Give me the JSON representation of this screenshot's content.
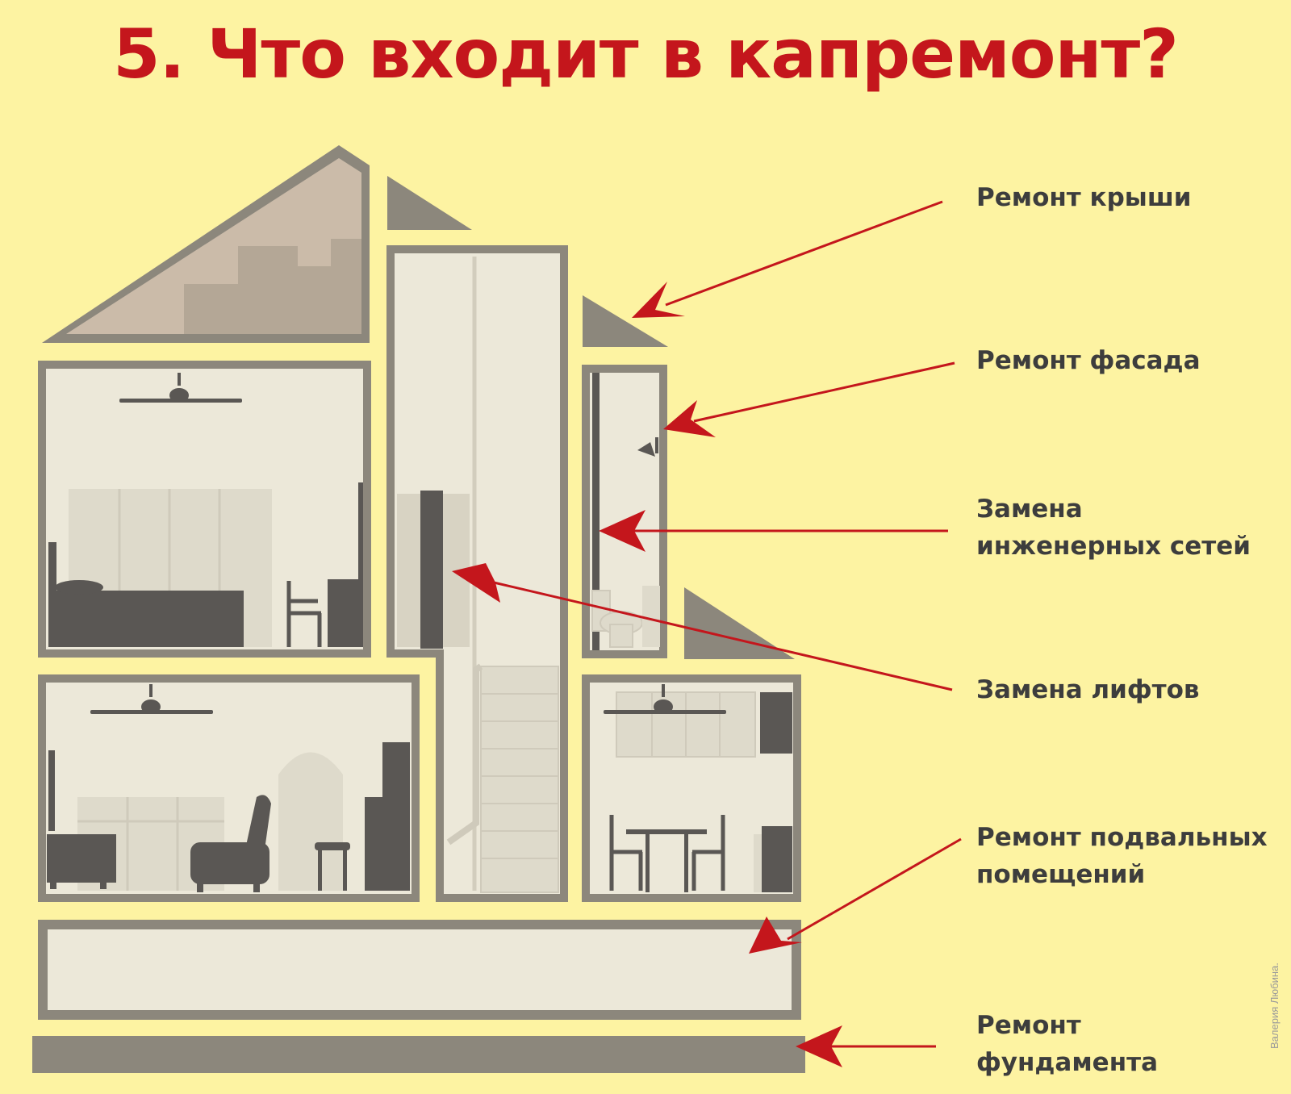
{
  "title": "5. Что входит в капремонт?",
  "labels": {
    "roof": "Ремонт крыши",
    "facade": "Ремонт фасада",
    "networks_line1": "Замена",
    "networks_line2": "инженерных сетей",
    "elevators": "Замена лифтов",
    "basement_line1": "Ремонт подвальных",
    "basement_line2": "помещений",
    "foundation_line1": "Ремонт",
    "foundation_line2": "фундамента"
  },
  "credit": "Валерия Любина.",
  "colors": {
    "background": "#fdf3a2",
    "title": "#c4161c",
    "arrow": "#c4161c",
    "wall": "#8c877c",
    "interior": "#ece8d9",
    "furniture": "#5a5754",
    "attic": "#cbbba9",
    "label_text": "#3d3d3d"
  }
}
